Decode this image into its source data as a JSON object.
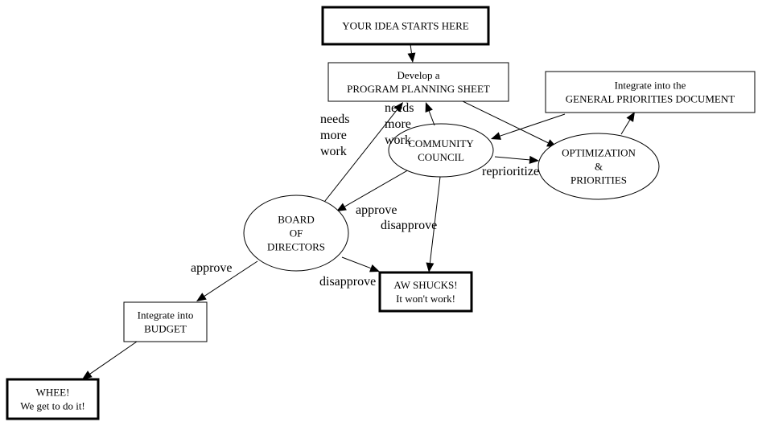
{
  "nodes": {
    "idea": {
      "shape": "box-bold",
      "lines": [
        "YOUR IDEA STARTS HERE"
      ]
    },
    "pps": {
      "shape": "box",
      "lines": [
        "Develop a",
        "PROGRAM PLANNING SHEET"
      ]
    },
    "gpd": {
      "shape": "box",
      "lines": [
        "Integrate into the",
        "GENERAL PRIORITIES DOCUMENT"
      ]
    },
    "cc": {
      "shape": "ellipse",
      "lines": [
        "COMMUNITY",
        "COUNCIL"
      ]
    },
    "opt": {
      "shape": "ellipse",
      "lines": [
        "OPTIMIZATION",
        "&",
        "PRIORITIES"
      ]
    },
    "bod": {
      "shape": "ellipse",
      "lines": [
        "BOARD",
        "OF",
        "DIRECTORS"
      ]
    },
    "aw": {
      "shape": "box-bold",
      "lines": [
        "AW SHUCKS!",
        "It won't work!"
      ]
    },
    "budget": {
      "shape": "box",
      "lines": [
        "Integrate into",
        "BUDGET"
      ]
    },
    "whee": {
      "shape": "box-bold",
      "lines": [
        "WHEE!",
        "We get to do it!"
      ]
    }
  },
  "edges": [
    {
      "from": "idea",
      "to": "pps",
      "label": []
    },
    {
      "from": "cc",
      "to": "pps",
      "label": [
        "needs",
        "more",
        "work"
      ]
    },
    {
      "from": "bod",
      "to": "pps",
      "label": [
        "needs",
        "more",
        "work"
      ]
    },
    {
      "from": "pps",
      "to": "opt",
      "label": []
    },
    {
      "from": "gpd",
      "to": "cc",
      "label": []
    },
    {
      "from": "opt",
      "to": "gpd",
      "label": []
    },
    {
      "from": "cc",
      "to": "opt",
      "label": [
        "reprioritize"
      ]
    },
    {
      "from": "cc",
      "to": "bod",
      "label": [
        "approve"
      ]
    },
    {
      "from": "cc",
      "to": "aw",
      "label": [
        "disapprove"
      ]
    },
    {
      "from": "bod",
      "to": "aw",
      "label": [
        "disapprove"
      ]
    },
    {
      "from": "bod",
      "to": "budget",
      "label": [
        "approve"
      ]
    },
    {
      "from": "budget",
      "to": "whee",
      "label": []
    }
  ]
}
